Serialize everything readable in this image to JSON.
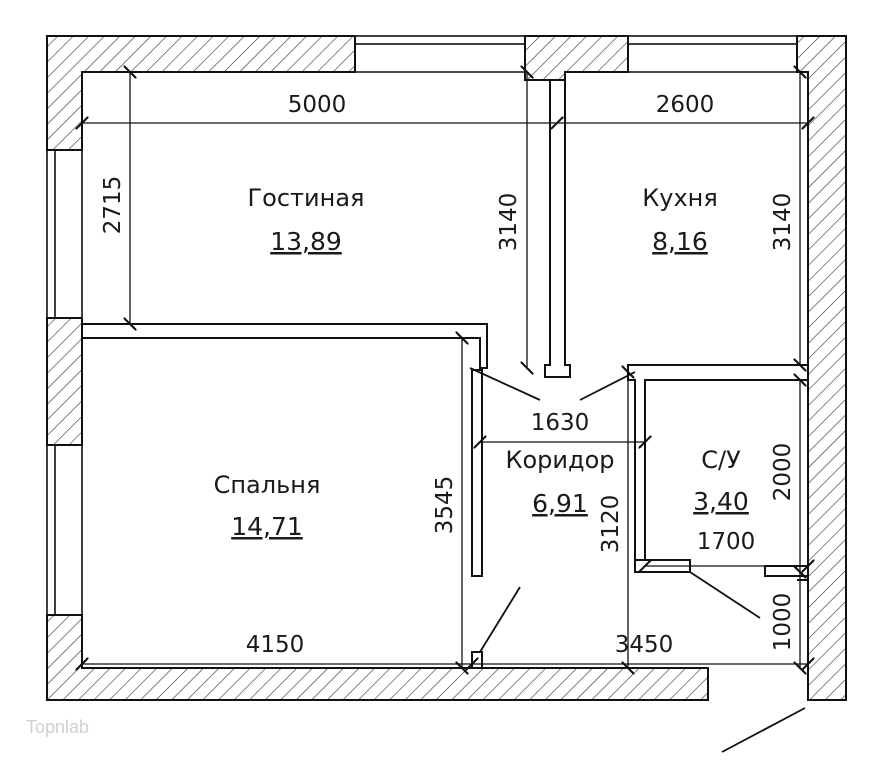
{
  "rooms": {
    "living": {
      "name": "Гостиная",
      "area": "13,89"
    },
    "kitchen": {
      "name": "Кухня",
      "area": "8,16"
    },
    "bedroom": {
      "name": "Спальня",
      "area": "14,71"
    },
    "corridor": {
      "name": "Коридор",
      "area": "6,91"
    },
    "bathroom": {
      "name": "С/У",
      "area": "3,40"
    }
  },
  "dimensions": {
    "living_width": "5000",
    "kitchen_width": "2600",
    "living_depth": "2715",
    "living_depth_right": "3140",
    "kitchen_depth": "3140",
    "corridor_width": "1630",
    "bedroom_depth": "3545",
    "corridor_depth": "3120",
    "bathroom_depth": "2000",
    "bathroom_width": "1700",
    "bedroom_width": "4150",
    "corridor_length": "3450",
    "entrance_width": "1000"
  },
  "watermark": "Topnlab"
}
